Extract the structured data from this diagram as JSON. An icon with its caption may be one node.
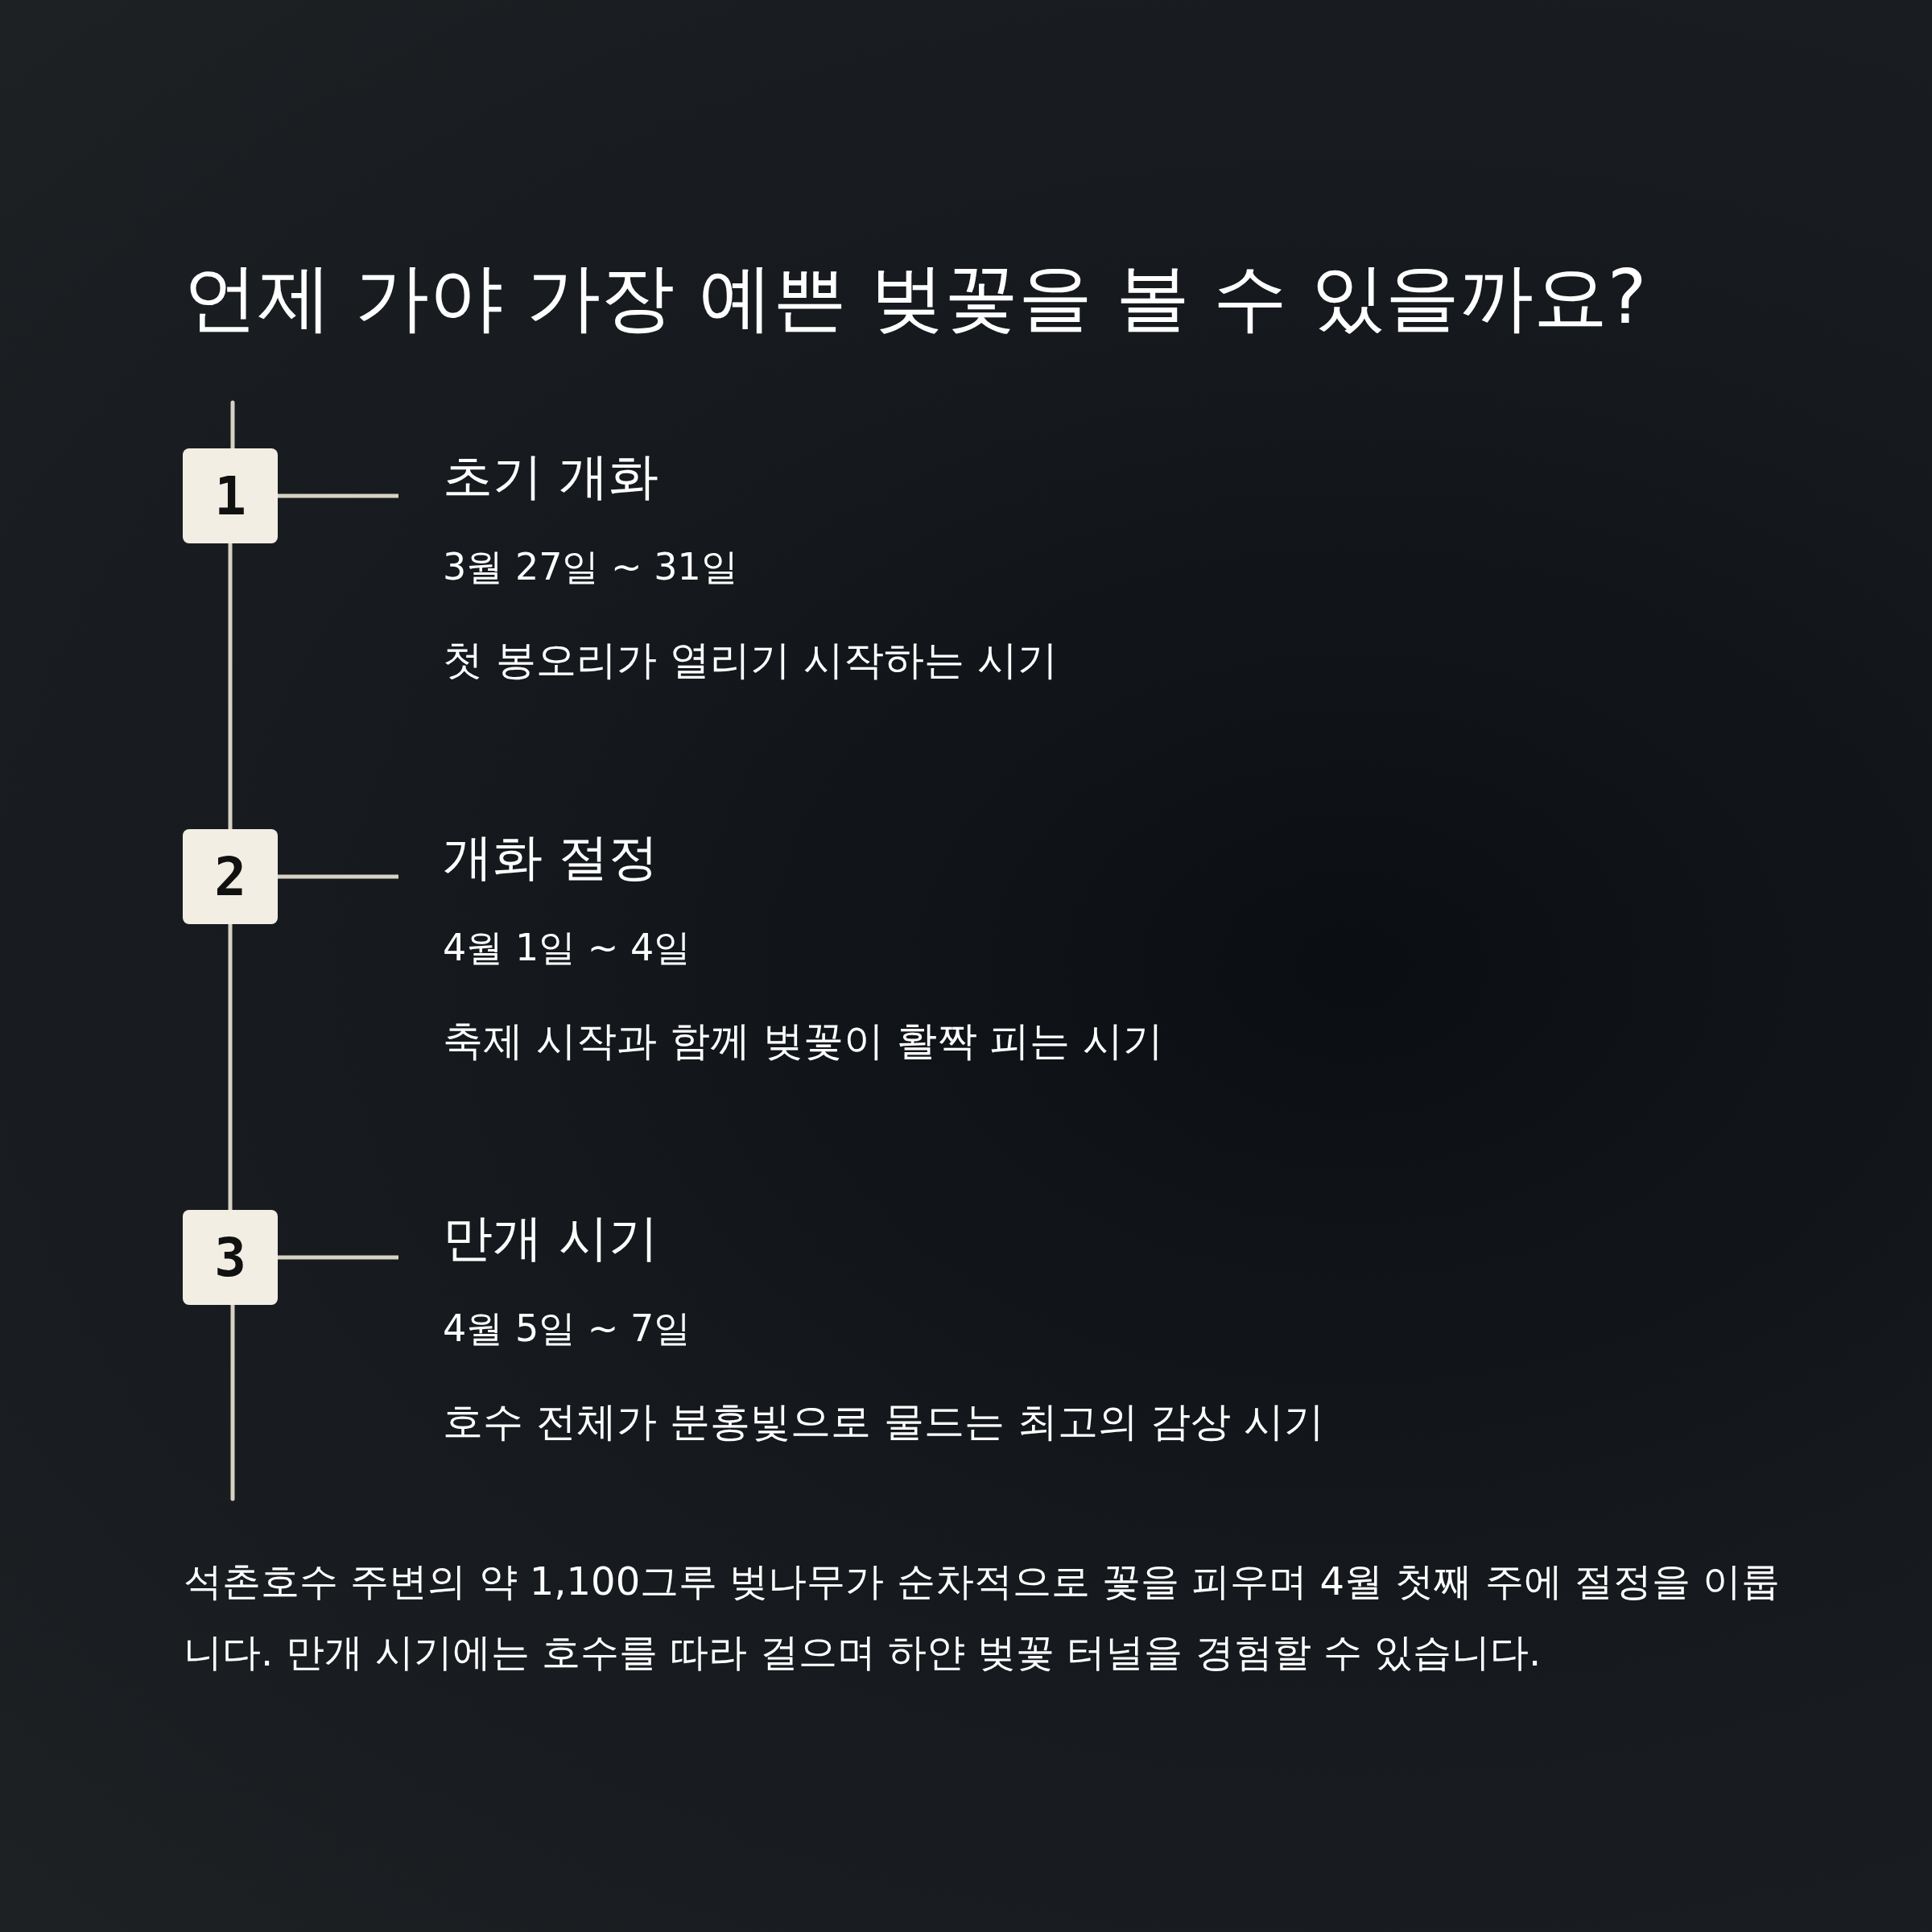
{
  "diagram": {
    "title": "언제 가야 가장 예쁜 벚꽃을 볼 수 있을까요?",
    "nodes": [
      {
        "text": [
          "1"
        ]
      },
      {
        "text": [
          "초기 개화",
          "3월 27일 ~ 31일",
          "첫 봉오리가 열리기 시작하는 시기"
        ]
      },
      {
        "text": [
          "2"
        ]
      },
      {
        "text": [
          "개화 절정",
          "4월 1일 ~ 4일",
          "축제 시작과 함께 벚꽃이 활짝 피는 시기"
        ]
      },
      {
        "text": [
          "3"
        ]
      },
      {
        "text": [
          "만개 시기",
          "4월 5일 ~ 7일",
          "호수 전체가 분홍빛으로 물드는 최고의 감상 시기"
        ]
      }
    ],
    "edges": [
      {
        "from": 0,
        "to": 1,
        "arrow": "none"
      },
      {
        "from": 0,
        "to": 2,
        "arrow": "none"
      },
      {
        "from": 2,
        "to": 3,
        "arrow": "none"
      },
      {
        "from": 2,
        "to": 4,
        "arrow": "none"
      },
      {
        "from": 4,
        "to": 5,
        "arrow": "none"
      }
    ],
    "caption": "석촌호수 주변의 약 1,100그루 벚나무가 순차적으로 꽃을 피우며 4월 첫째 주에 절정을 이룹니다. 만개 시기에는 호수를 따라 걸으며 하얀 벚꽃 터널을 경험할 수 있습니다."
  }
}
